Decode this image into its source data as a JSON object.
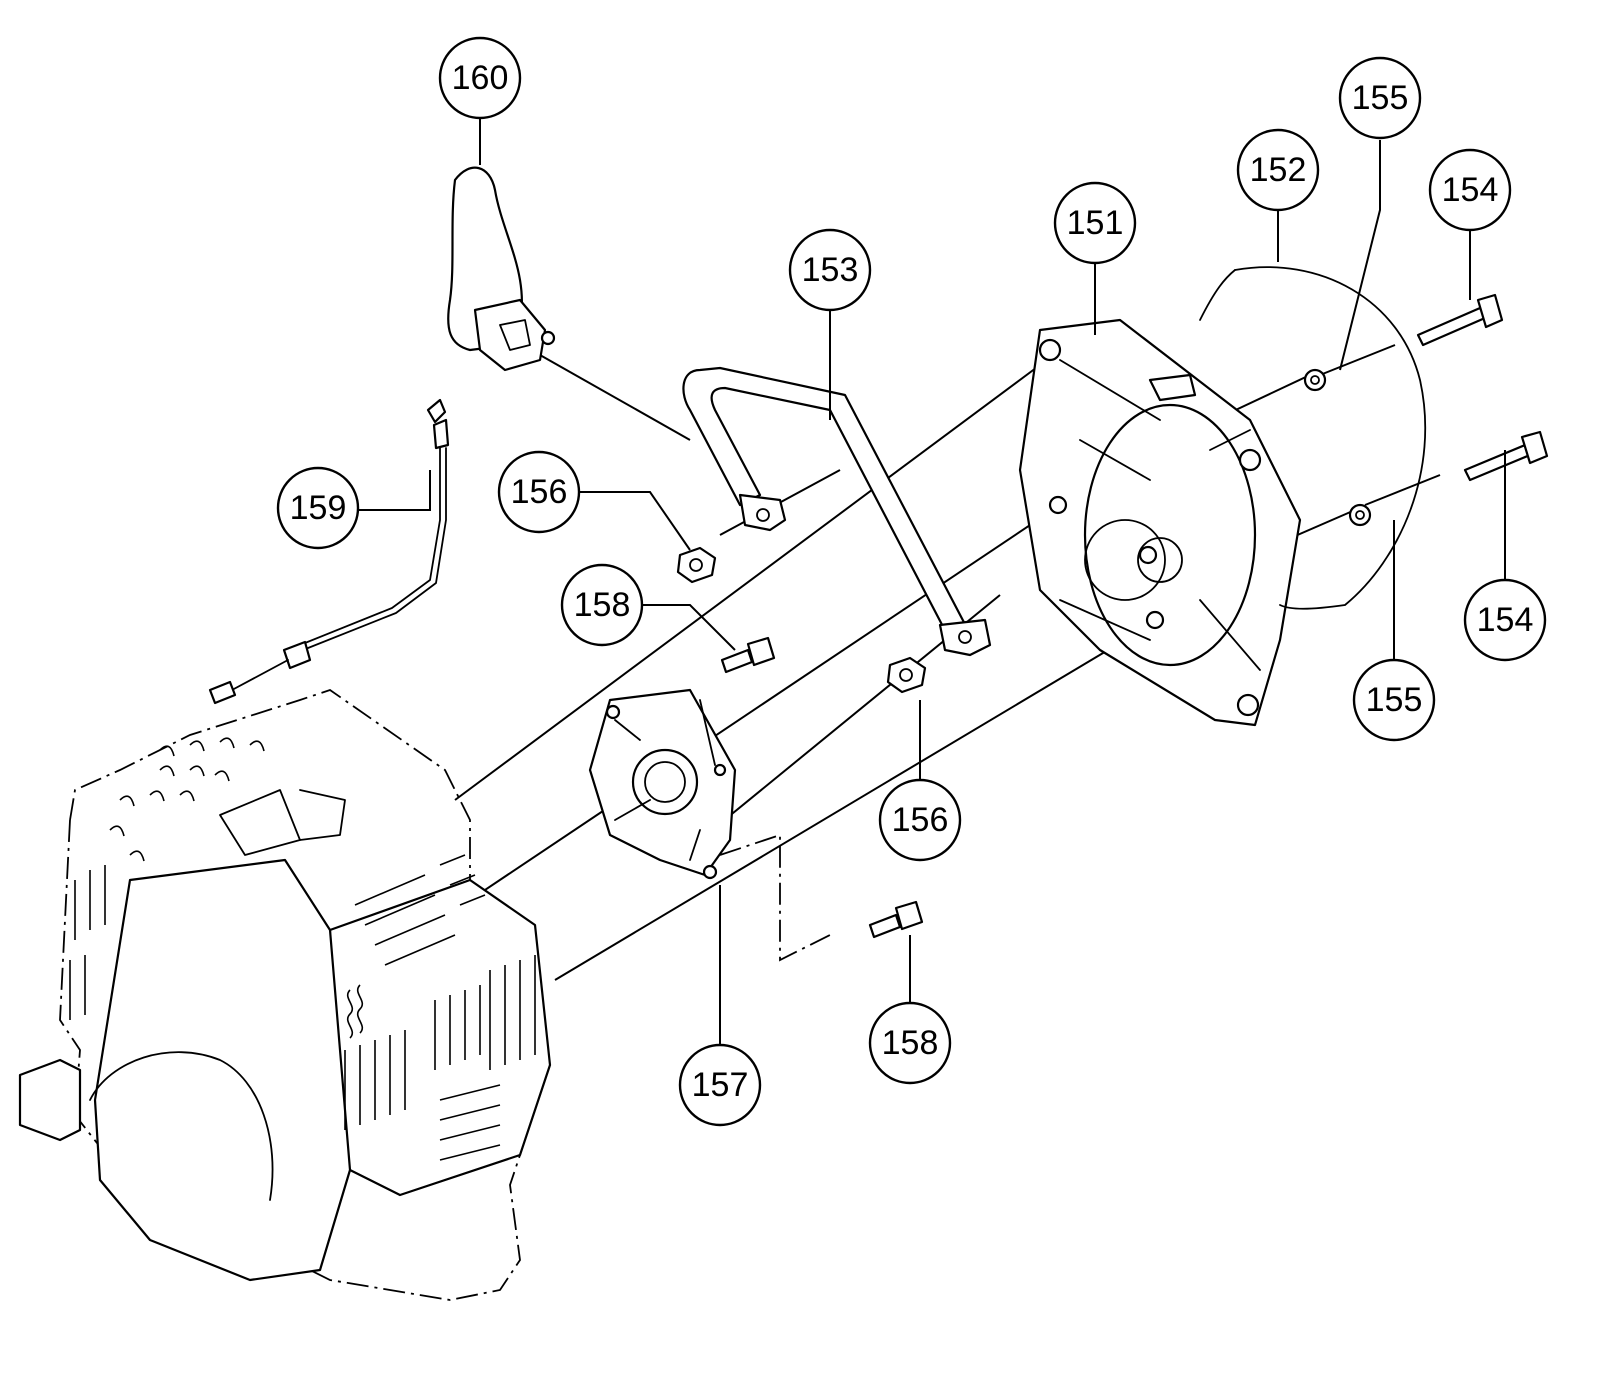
{
  "callouts": [
    {
      "id": "c160",
      "label": "160"
    },
    {
      "id": "c159",
      "label": "159"
    },
    {
      "id": "c153",
      "label": "153"
    },
    {
      "id": "c151",
      "label": "151"
    },
    {
      "id": "c152",
      "label": "152"
    },
    {
      "id": "c155a",
      "label": "155"
    },
    {
      "id": "c154a",
      "label": "154"
    },
    {
      "id": "c156a",
      "label": "156"
    },
    {
      "id": "c158a",
      "label": "158"
    },
    {
      "id": "c156b",
      "label": "156"
    },
    {
      "id": "c154b",
      "label": "154"
    },
    {
      "id": "c155b",
      "label": "155"
    },
    {
      "id": "c157",
      "label": "157"
    },
    {
      "id": "c158b",
      "label": "158"
    }
  ],
  "parts": {
    "engine": "engine-housing",
    "cover_plate": "clutch-cover-plate",
    "clutch_housing": "clutch-housing",
    "gasket_ring": "gasket-ring",
    "handle_bar": "loop-handle",
    "throttle_lever": "throttle-lever",
    "throttle_cable": "throttle-cable"
  }
}
